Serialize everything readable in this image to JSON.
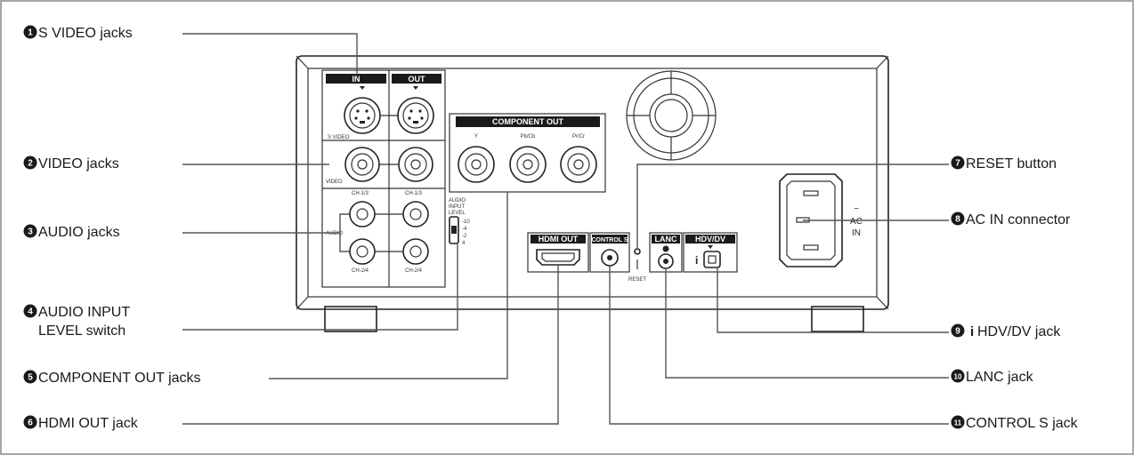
{
  "callouts": [
    {
      "number": "1",
      "text": "S VIDEO jacks"
    },
    {
      "number": "2",
      "text": "VIDEO jacks"
    },
    {
      "number": "3",
      "text": "AUDIO jacks"
    },
    {
      "number": "4",
      "text": "AUDIO INPUT",
      "text2": "LEVEL switch"
    },
    {
      "number": "5",
      "text": "COMPONENT OUT jacks"
    },
    {
      "number": "6",
      "text": "HDMI OUT jack"
    },
    {
      "number": "7",
      "text": "RESET button"
    },
    {
      "number": "8",
      "text": "AC IN connector"
    },
    {
      "number": "9",
      "text": "HDV/DV jack"
    },
    {
      "number": "10",
      "text": "LANC jack"
    },
    {
      "number": "11",
      "text": "CONTROL S jack"
    }
  ],
  "panel": {
    "in": "IN",
    "out": "OUT",
    "svideo": "S VIDEO",
    "video": "VIDEO",
    "audio": "AUDIO",
    "ch13": "CH-1/3",
    "ch24": "CH-2/4",
    "audio_input_level": [
      "AUDIO",
      "INPUT",
      "LEVEL"
    ],
    "level_marks": [
      "-10",
      "-4",
      "-2",
      "4"
    ],
    "component_out": "COMPONENT OUT",
    "y": "Y",
    "pbcb": "Pb/Cb",
    "prcr": "Pr/Cr",
    "hdmi_out": "HDMI OUT",
    "control_s": "CONTROL S",
    "reset": "RESET",
    "lanc": "LANC",
    "hdvdv": "HDV/DV",
    "ac": "AC",
    "in_small": "IN",
    "tilde": "~"
  },
  "colors": {
    "line": "#555555",
    "outline": "#222222",
    "label_bg": "#1a1a1a"
  }
}
